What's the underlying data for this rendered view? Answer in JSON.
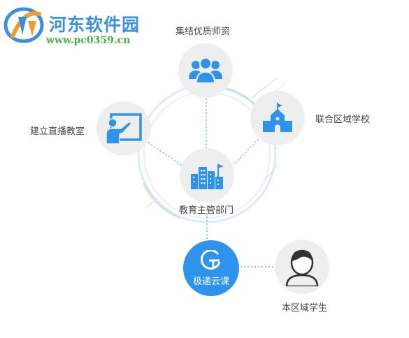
{
  "watermark": {
    "title": "河东软件园",
    "url": "www.pc0359.cn"
  },
  "nodes": {
    "teachers": {
      "label": "集结优质师资",
      "icon": "people-group-icon"
    },
    "schools": {
      "label": "联合区域学校",
      "icon": "school-building-icon"
    },
    "classroom": {
      "label": "建立直播教室",
      "icon": "teacher-board-icon"
    },
    "department": {
      "label": "教育主管部门",
      "icon": "city-buildings-icon"
    },
    "platform": {
      "label": "极递云课",
      "icon": "platform-logo-icon"
    },
    "students": {
      "label": "本区域学生",
      "icon": "student-avatar-icon"
    }
  },
  "colors": {
    "accent": "#2d93ec",
    "node_bg": "#eeeeee",
    "text": "#444444",
    "watermark_title": "#3a8fe0",
    "watermark_url": "#48b248"
  }
}
